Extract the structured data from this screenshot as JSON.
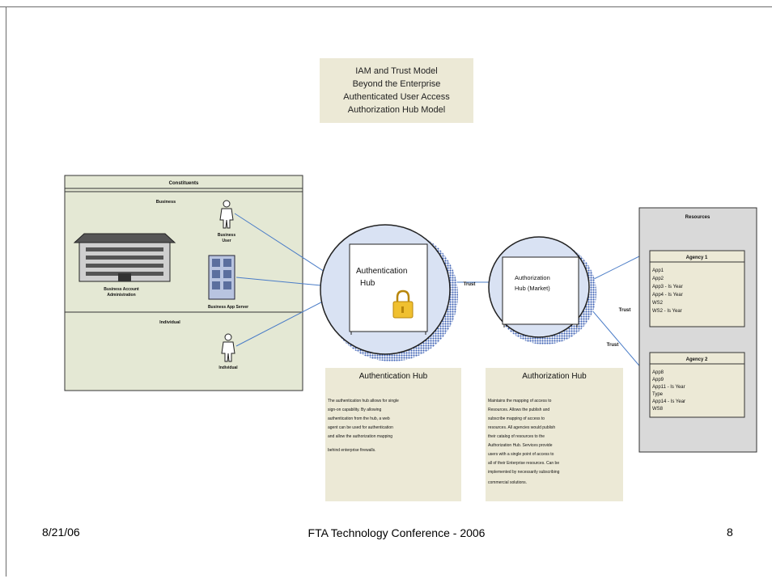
{
  "title_box": {
    "lines": [
      "IAM and Trust Model",
      "Beyond the Enterprise",
      "Authenticated User Access",
      "Authorization Hub Model"
    ]
  },
  "constituents": {
    "title": "Constituents",
    "business_label": "Business",
    "business_user_label": "Business User",
    "business_account_label": "Business Account Administration",
    "business_app_server_label": "Business App Server",
    "individual_label": "Individual",
    "individual_user_label": "Individual"
  },
  "authentication_hub": {
    "label_line1": "Authentication",
    "label_line2": "Hub",
    "caption_title": "Authentication Hub",
    "caption_text": "The authentication hub allows for single sign-on capability. By allowing authentication from the hub, a web agent can be used for authentication and allow the authorization mapping behind enterprise firewalls."
  },
  "authorization_hub": {
    "label_line1": "Authorization",
    "label_line2": "Hub (Market)",
    "caption_title": "Authorization Hub",
    "caption_text": "Maintains the mapping of access to Resources. Allows the publish and subscribe mapping of access to resources. All agencies would publish their catalog of resources to the Authorization Hub. Services provide users with a single point of access to all of their Enterprise resources. Can be implemented by necessarily subscribing commercial solutions."
  },
  "trust_labels": [
    "Trust",
    "Trust",
    "Trust"
  ],
  "resources": {
    "title": "Resources",
    "agencies": [
      {
        "name": "Agency 1",
        "items": [
          "App1",
          "App2",
          "App3 - Is Year",
          "App4 - Is Year",
          "WS2",
          "WS2 - Is Year"
        ]
      },
      {
        "name": "Agency 2",
        "items": [
          "App8",
          "App9",
          "App11 - Is Year",
          "Type",
          "App14 - Is Year",
          "WS8"
        ]
      }
    ]
  },
  "footer": {
    "date": "8/21/06",
    "conference": "FTA Technology Conference - 2006",
    "page": "8"
  },
  "colors": {
    "panel_fill": "#e4e8d4",
    "title_fill": "#ece9d6",
    "hub_fill": "#d9e2f3",
    "hub_shadow": "#3f63b5",
    "connector": "#4a7cc7"
  }
}
